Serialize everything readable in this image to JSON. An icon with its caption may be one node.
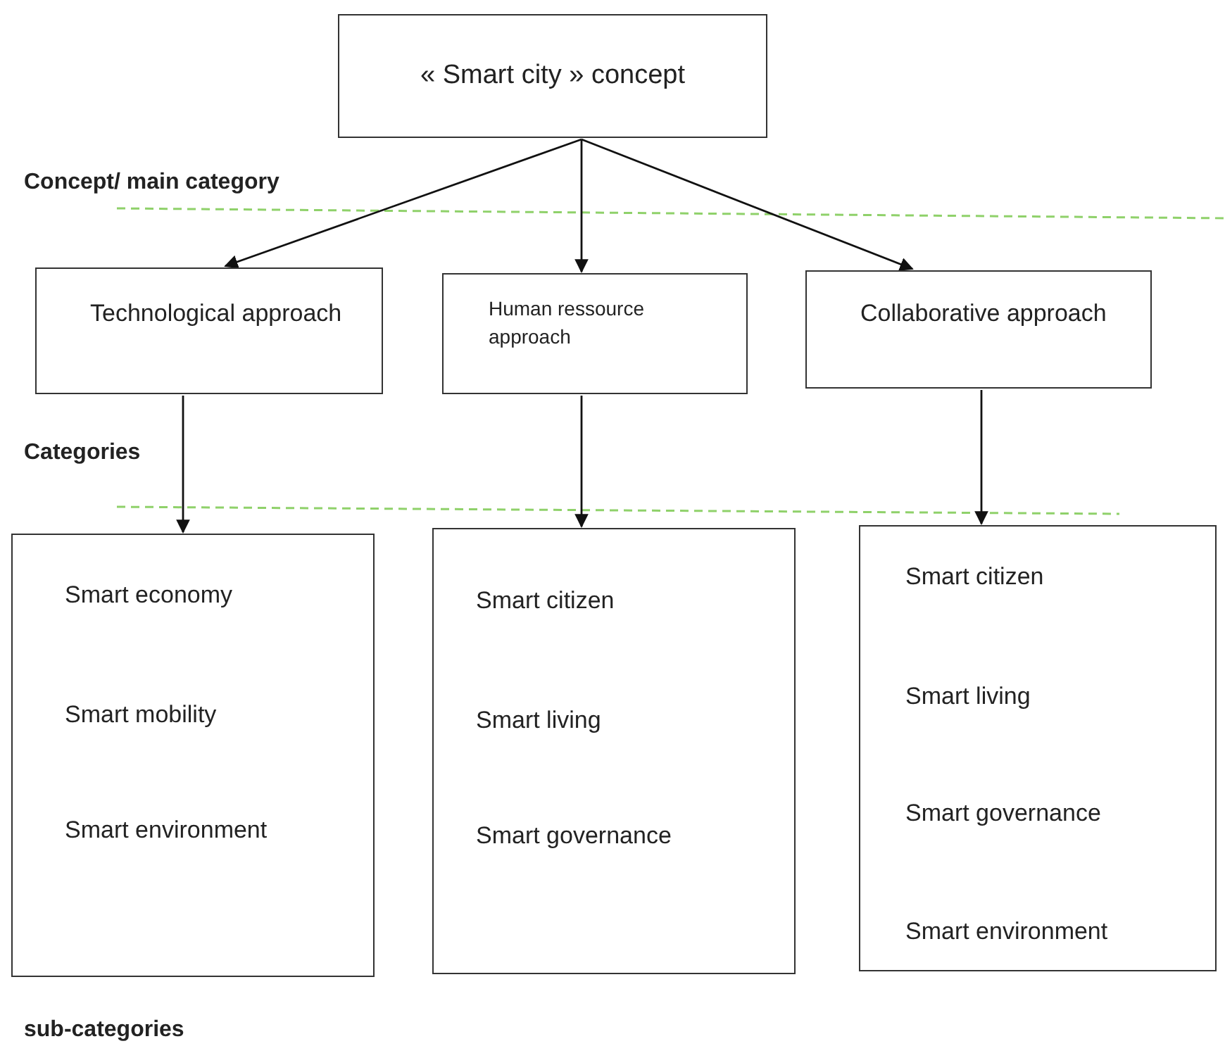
{
  "diagram": {
    "nodes": [
      {
        "text": [
          "« Smart city » concept"
        ]
      },
      {
        "text": [
          "Technological approach"
        ]
      },
      {
        "text": [
          "Human ressource approach"
        ]
      },
      {
        "text": [
          "Collaborative approach"
        ]
      },
      {
        "text": [
          "Smart economy",
          "Smart mobility",
          "Smart environment"
        ]
      },
      {
        "text": [
          "Smart citizen",
          "Smart living",
          "Smart governance"
        ]
      },
      {
        "text": [
          "Smart citizen",
          "Smart living",
          "Smart governance",
          "Smart environment"
        ]
      }
    ],
    "edges": [
      {
        "from": 0,
        "to": 1,
        "arrow": "to"
      },
      {
        "from": 0,
        "to": 2,
        "arrow": "to"
      },
      {
        "from": 0,
        "to": 3,
        "arrow": "to"
      },
      {
        "from": 1,
        "to": 4,
        "arrow": "to"
      },
      {
        "from": 2,
        "to": 5,
        "arrow": "to"
      },
      {
        "from": 3,
        "to": 6,
        "arrow": "to"
      }
    ],
    "labels": [
      "Concept/ main category",
      "Categories",
      "sub-categories"
    ]
  }
}
